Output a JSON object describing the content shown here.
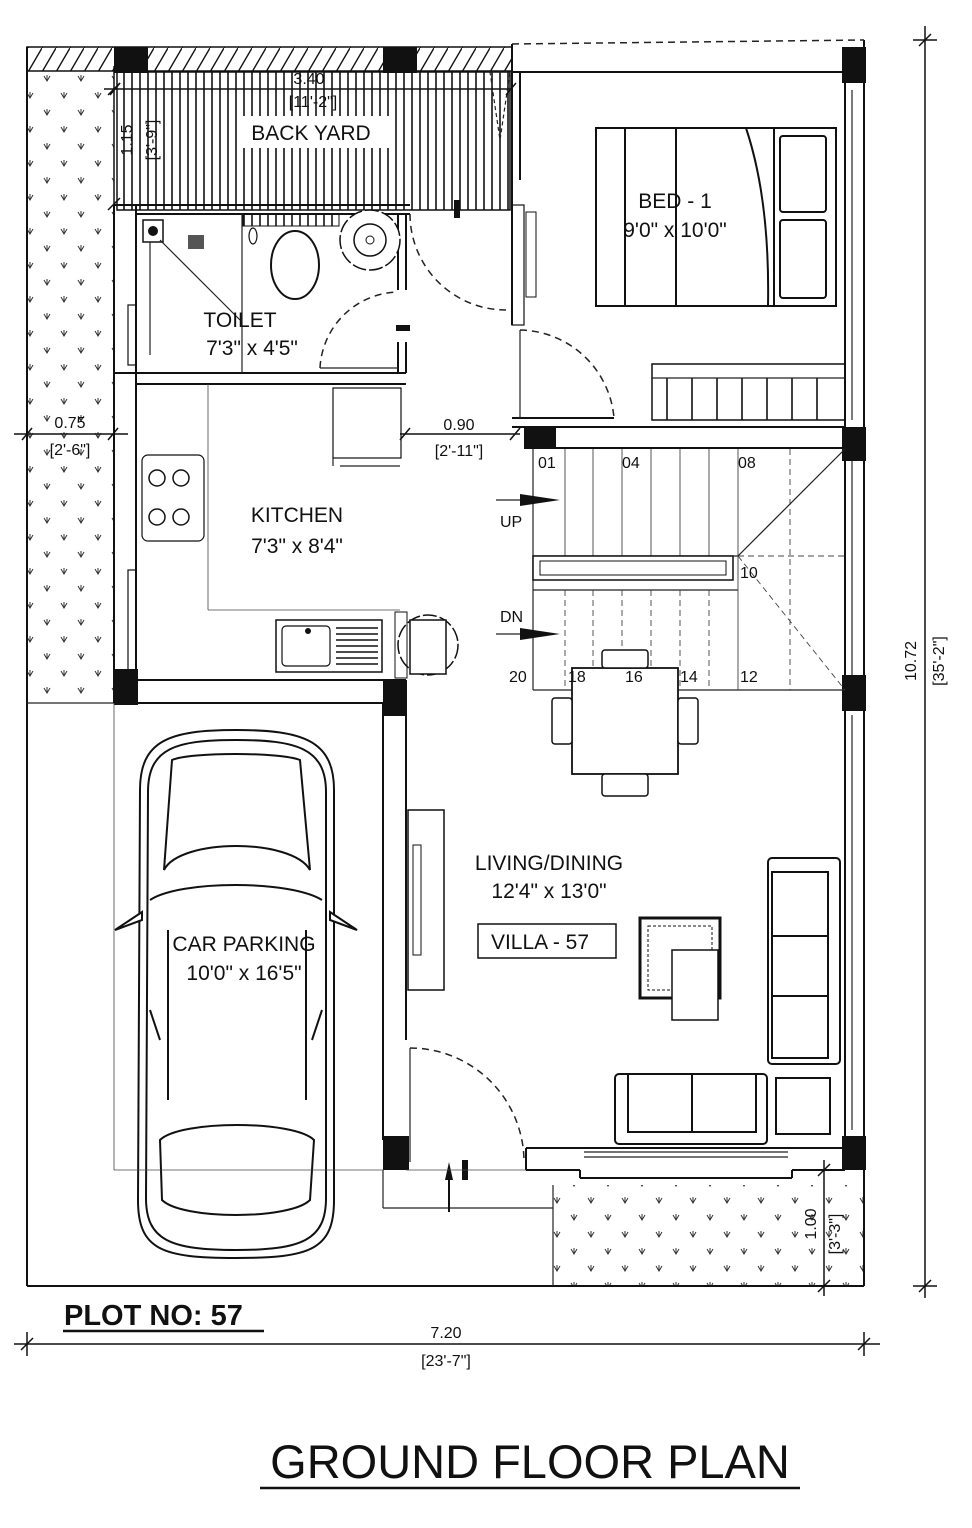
{
  "title": "GROUND FLOOR PLAN",
  "plot_label": "PLOT NO: 57",
  "villa_label": "VILLA - 57",
  "rooms": {
    "back_yard": {
      "name": "BACK YARD"
    },
    "toilet": {
      "name": "TOILET",
      "size": "7'3\" x 4'5\""
    },
    "kitchen": {
      "name": "KITCHEN",
      "size": "7'3\" x 8'4\""
    },
    "bed1": {
      "name": "BED - 1",
      "size": "9'0\" x 10'0\""
    },
    "living": {
      "name": "LIVING/DINING",
      "size": "12'4\" x 13'0\""
    },
    "parking": {
      "name": "CAR PARKING",
      "size": "10'0\" x 16'5\""
    }
  },
  "dimensions": {
    "backyard_width": {
      "metric": "3.40",
      "imperial": "[11'-2\"]"
    },
    "backyard_depth": {
      "metric": "1.15",
      "imperial": "[3'-9\"]"
    },
    "side_margin": {
      "metric": "0.75",
      "imperial": "[2'-6\"]"
    },
    "door_width": {
      "metric": "0.90",
      "imperial": "[2'-11\"]"
    },
    "total_depth": {
      "metric": "10.72",
      "imperial": "[35'-2\"]"
    },
    "front_margin": {
      "metric": "1.00",
      "imperial": "[3'-3\"]"
    },
    "total_width": {
      "metric": "7.20",
      "imperial": "[23'-7\"]"
    }
  },
  "stairs": {
    "up": "UP",
    "dn": "DN",
    "steps_top": [
      "01",
      "04",
      "08"
    ],
    "step_landing": "10",
    "steps_bottom": [
      "20",
      "18",
      "16",
      "14",
      "12"
    ]
  },
  "colors": {
    "line": "#111111",
    "background": "#ffffff"
  }
}
